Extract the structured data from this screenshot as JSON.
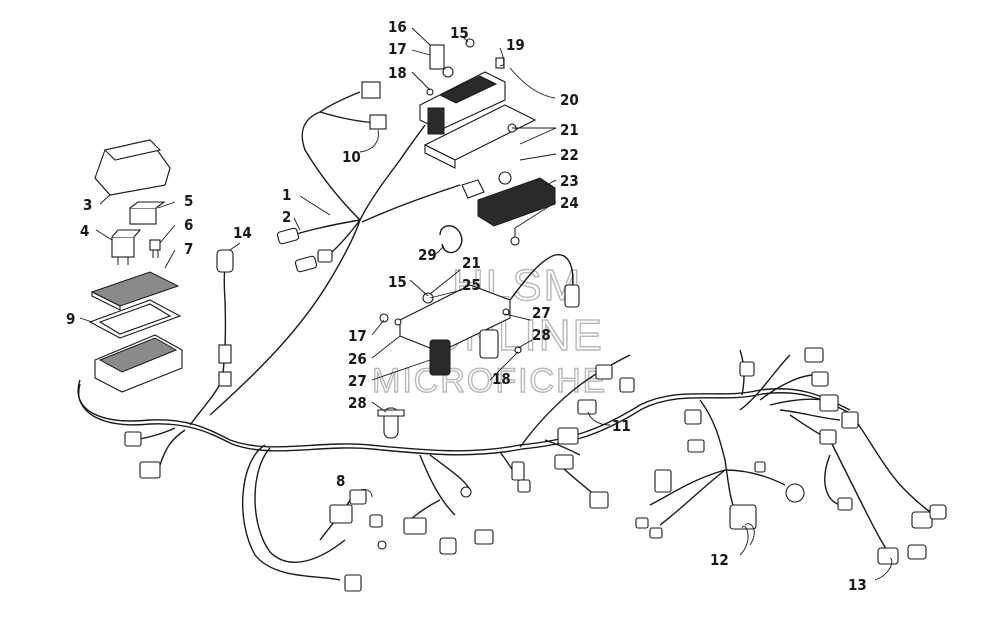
{
  "diagram": {
    "callouts": [
      {
        "id": "c1",
        "text": "1"
      },
      {
        "id": "c2",
        "text": "2"
      },
      {
        "id": "c3",
        "text": "3"
      },
      {
        "id": "c4",
        "text": "4"
      },
      {
        "id": "c5",
        "text": "5"
      },
      {
        "id": "c6",
        "text": "6"
      },
      {
        "id": "c7",
        "text": "7"
      },
      {
        "id": "c8",
        "text": "8"
      },
      {
        "id": "c9",
        "text": "9"
      },
      {
        "id": "c10",
        "text": "10"
      },
      {
        "id": "c11",
        "text": "11"
      },
      {
        "id": "c12",
        "text": "12"
      },
      {
        "id": "c13",
        "text": "13"
      },
      {
        "id": "c14",
        "text": "14"
      },
      {
        "id": "c15a",
        "text": "15"
      },
      {
        "id": "c15b",
        "text": "15"
      },
      {
        "id": "c16",
        "text": "16"
      },
      {
        "id": "c17a",
        "text": "17"
      },
      {
        "id": "c17b",
        "text": "17"
      },
      {
        "id": "c18a",
        "text": "18"
      },
      {
        "id": "c18b",
        "text": "18"
      },
      {
        "id": "c19",
        "text": "19"
      },
      {
        "id": "c20",
        "text": "20"
      },
      {
        "id": "c21a",
        "text": "21"
      },
      {
        "id": "c21b",
        "text": "21"
      },
      {
        "id": "c22",
        "text": "22"
      },
      {
        "id": "c23",
        "text": "23"
      },
      {
        "id": "c24",
        "text": "24"
      },
      {
        "id": "c25",
        "text": "25"
      },
      {
        "id": "c26",
        "text": "26"
      },
      {
        "id": "c27a",
        "text": "27"
      },
      {
        "id": "c27b",
        "text": "27"
      },
      {
        "id": "c28a",
        "text": "28"
      },
      {
        "id": "c28b",
        "text": "28"
      },
      {
        "id": "c29",
        "text": "29"
      }
    ],
    "watermark": {
      "line1": "HLSM",
      "line2": "ONLINE",
      "line3": "MICROFICHE"
    }
  }
}
